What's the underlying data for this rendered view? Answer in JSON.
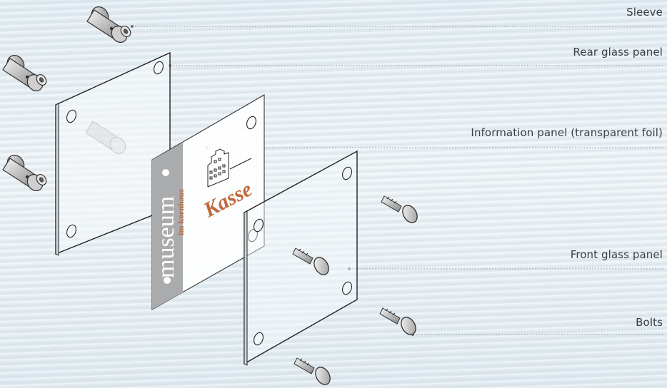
{
  "callouts": {
    "sleeve": "Sleeve",
    "rear_glass_panel": "Rear glass panel",
    "information_panel": "Information panel (transparent foil)",
    "front_glass_panel": "Front glass panel",
    "bolts": "Bolts"
  },
  "foil": {
    "museum_text": "museum",
    "subtitle_text": "im kornhaus",
    "kasse_text": "Kasse"
  },
  "colors": {
    "accent_orange": "#c0693a",
    "foil_strip_grey": "#a9abad",
    "leader_line": "#9aa3aa"
  }
}
